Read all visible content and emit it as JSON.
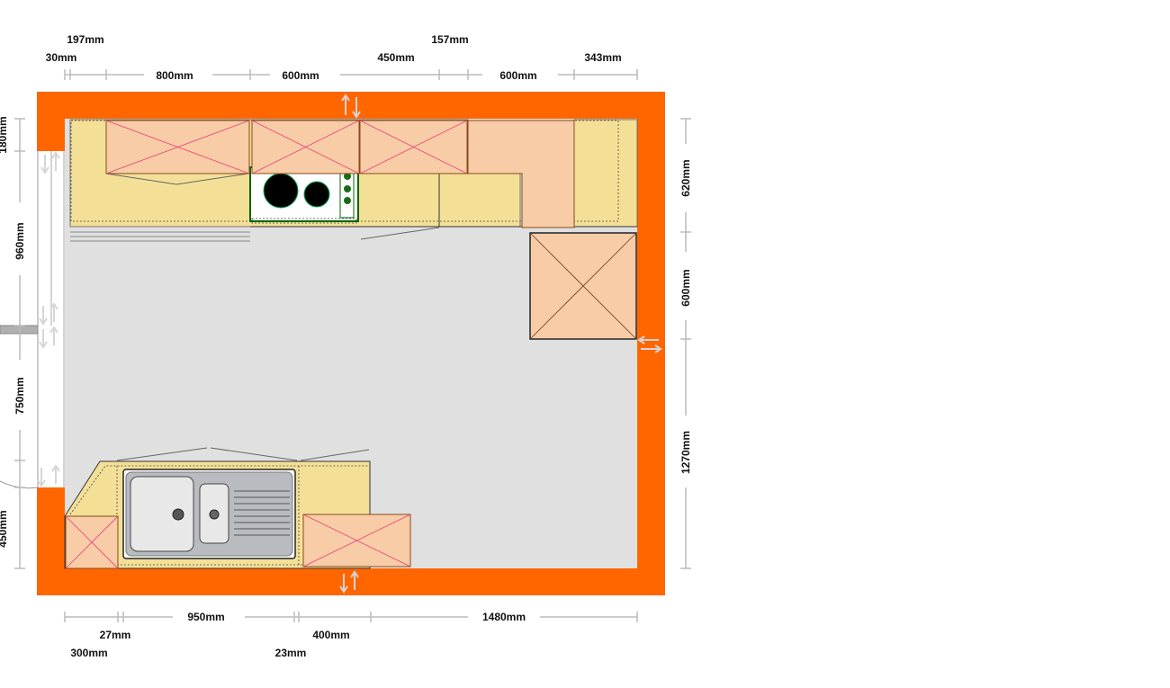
{
  "colors": {
    "wall": "#ff6600",
    "floor": "#e0e0e0",
    "worktop": "#f3e096",
    "wall_cabinet": "#f7cca6",
    "cabinet_cross": "#e8407a",
    "dimension_line": "#bbbbbb",
    "hob_frame": "#006600",
    "sink_steel": "#b8bcc0"
  },
  "dimensions": {
    "top": {
      "d197": "197mm",
      "d157": "157mm",
      "d30": "30mm",
      "d450": "450mm",
      "d343": "343mm",
      "d800": "800mm",
      "d600a": "600mm",
      "d600b": "600mm"
    },
    "bottom": {
      "d950": "950mm",
      "d1480": "1480mm",
      "d27": "27mm",
      "d400": "400mm",
      "d300": "300mm",
      "d23": "23mm"
    },
    "left": {
      "d180": "180mm",
      "d960": "960mm",
      "d750": "750mm",
      "d450": "450mm"
    },
    "right": {
      "d620": "620mm",
      "d600": "600mm",
      "d1270": "1270mm"
    }
  },
  "icons": {
    "move_handle": "double-arrow-icon",
    "hob": "hob-icon",
    "sink": "double-sink-icon"
  }
}
